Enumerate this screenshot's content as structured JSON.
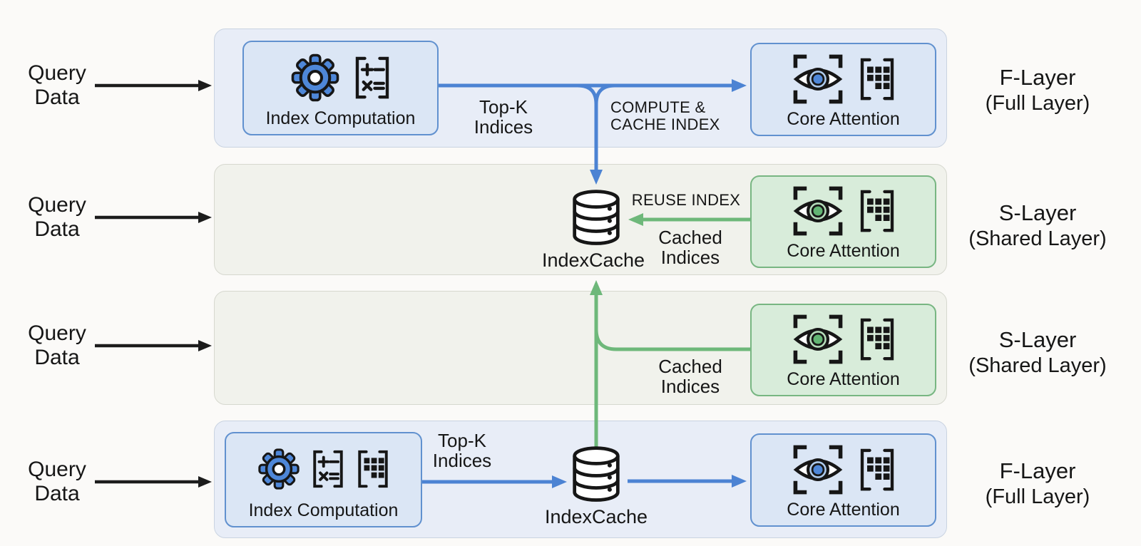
{
  "colors": {
    "canvas_bg": "#fbfaf8",
    "ink": "#161616",
    "black_line": "#1c1c1c",
    "blue": "#4c83d3",
    "green": "#6eb87a",
    "f_row_bg": "#e8edf7",
    "f_row_border": "#c9d3e1",
    "s_row_bg": "#f1f2ec",
    "s_row_border": "#d6d8cf",
    "node_blue_bg": "#dbe6f5",
    "node_blue_border": "#6191cf",
    "node_green_bg": "#d8ecda",
    "node_green_border": "#78b682",
    "iris_blue": "#4e87d8",
    "iris_blue_light": "#aecbec",
    "iris_green": "#62b573",
    "iris_green_light": "#b5dcba",
    "gear_fill": "#4e87d8"
  },
  "rows": [
    {
      "name": "f-layer-top",
      "side_label": {
        "title": "F-Layer",
        "subtitle": "(Full Layer)"
      },
      "query": {
        "line1": "Query",
        "line2": "Data"
      },
      "nodes": {
        "index_computation": {
          "label": "Index Computation",
          "icons": [
            "gear-icon",
            "calc-matrix-icon"
          ]
        },
        "core_attention": {
          "label": "Core Attention",
          "icons": [
            "eye-scan-icon",
            "dot-matrix-icon"
          ],
          "accent": "blue"
        }
      },
      "edges": {
        "top_k": {
          "line1": "Top-K",
          "line2": "Indices"
        },
        "compute_cache": {
          "line1": "COMPUTE &",
          "line2": "CACHE INDEX"
        }
      }
    },
    {
      "name": "s-layer-1",
      "side_label": {
        "title": "S-Layer",
        "subtitle": "(Shared Layer)"
      },
      "query": {
        "line1": "Query",
        "line2": "Data"
      },
      "nodes": {
        "index_cache": {
          "label": "IndexCache",
          "icons": [
            "database-icon"
          ]
        },
        "core_attention": {
          "label": "Core Attention",
          "icons": [
            "eye-scan-icon",
            "dot-matrix-icon"
          ],
          "accent": "green"
        }
      },
      "edges": {
        "reuse_index": {
          "line1": "REUSE INDEX"
        },
        "cached": {
          "line1": "Cached",
          "line2": "Indices"
        }
      }
    },
    {
      "name": "s-layer-2",
      "side_label": {
        "title": "S-Layer",
        "subtitle": "(Shared Layer)"
      },
      "query": {
        "line1": "Query",
        "line2": "Data"
      },
      "nodes": {
        "core_attention": {
          "label": "Core Attention",
          "icons": [
            "eye-scan-icon",
            "dot-matrix-icon"
          ],
          "accent": "green"
        }
      },
      "edges": {
        "cached": {
          "line1": "Cached",
          "line2": "Indices"
        }
      }
    },
    {
      "name": "f-layer-bottom",
      "side_label": {
        "title": "F-Layer",
        "subtitle": "(Full Layer)"
      },
      "query": {
        "line1": "Query",
        "line2": "Data"
      },
      "nodes": {
        "index_computation": {
          "label": "Index Computation",
          "icons": [
            "gear-icon",
            "calc-matrix-icon",
            "dot-matrix-icon"
          ]
        },
        "index_cache": {
          "label": "IndexCache",
          "icons": [
            "database-icon"
          ]
        },
        "core_attention": {
          "label": "Core Attention",
          "icons": [
            "eye-scan-icon",
            "dot-matrix-icon"
          ],
          "accent": "blue"
        }
      },
      "edges": {
        "top_k": {
          "line1": "Top-K",
          "line2": "Indices"
        }
      }
    }
  ]
}
